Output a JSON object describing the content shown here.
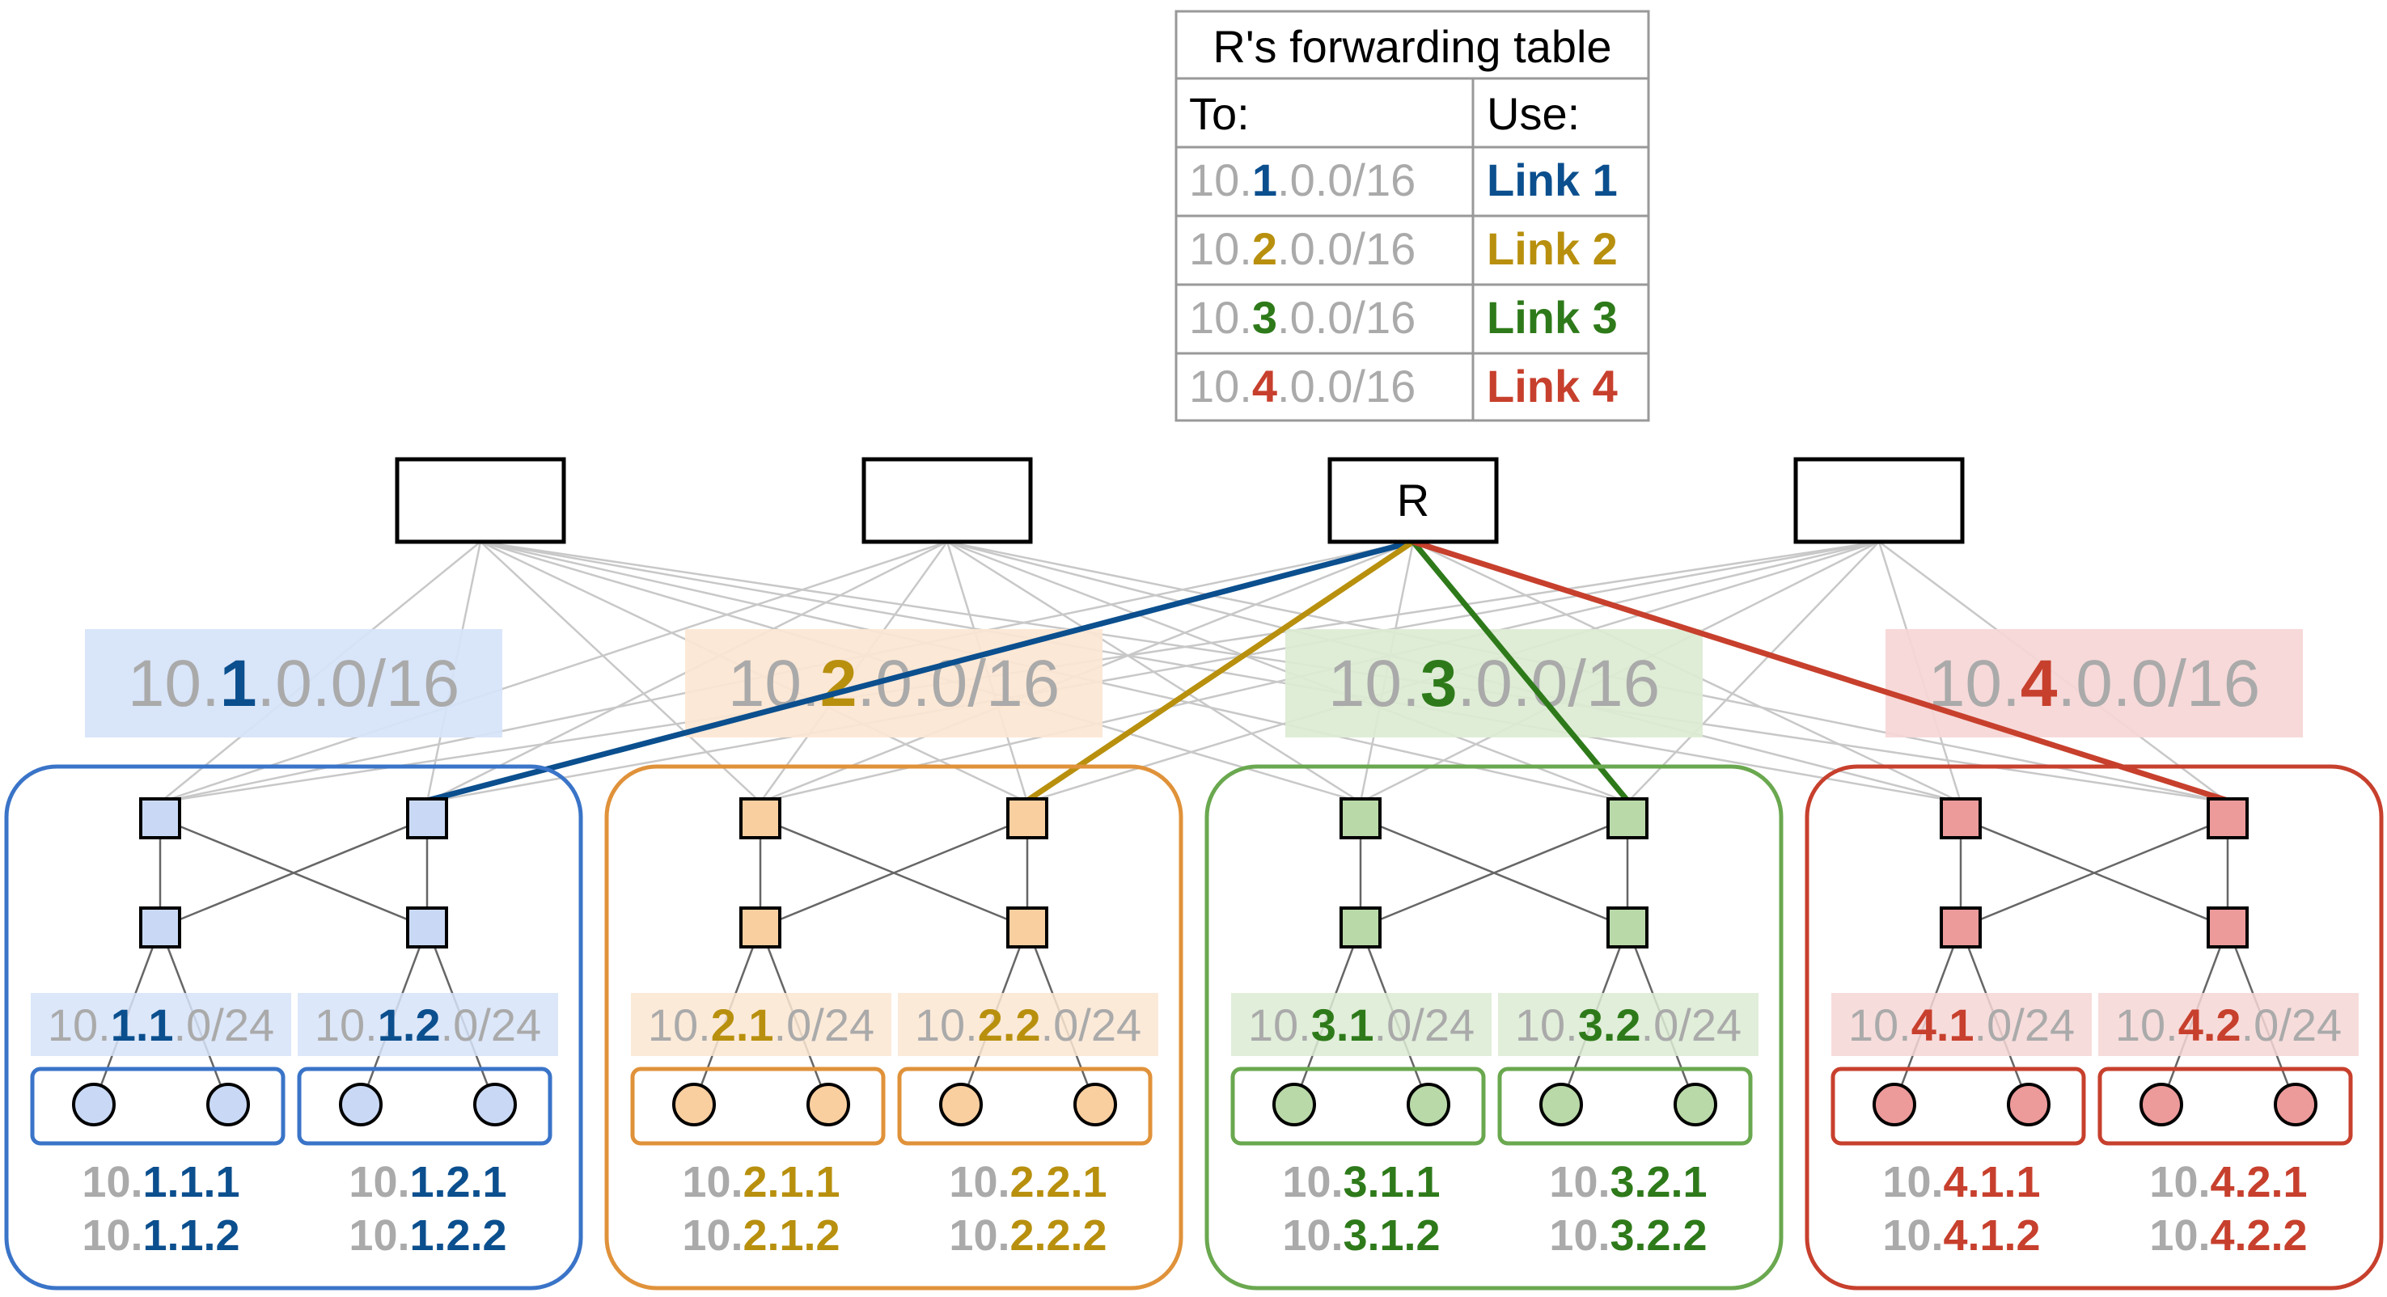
{
  "colors": {
    "muted": "#AAAAAA",
    "mesh": "#C8C8C8",
    "pod_mesh": "#666666",
    "node_border": "#000000",
    "table_border": "#999999"
  },
  "forwarding_table": {
    "title": "R's forwarding table",
    "col_to": "To:",
    "col_use": "Use:",
    "rows": [
      {
        "pre": "10.",
        "hl": "1",
        "post": ".0.0/16",
        "link": "Link 1",
        "color": "#0B4F8E"
      },
      {
        "pre": "10.",
        "hl": "2",
        "post": ".0.0/16",
        "link": "Link 2",
        "color": "#B8900E"
      },
      {
        "pre": "10.",
        "hl": "3",
        "post": ".0.0/16",
        "link": "Link 3",
        "color": "#2E7A1A"
      },
      {
        "pre": "10.",
        "hl": "4",
        "post": ".0.0/16",
        "link": "Link 4",
        "color": "#C7402D"
      }
    ]
  },
  "core_switches": [
    {
      "label": ""
    },
    {
      "label": ""
    },
    {
      "label": "R"
    },
    {
      "label": ""
    }
  ],
  "pods": [
    {
      "color": "#0B4F8E",
      "border": "#3A74C8",
      "fill": "#C9D9F5",
      "band": "#D6E3F8",
      "prefix16": {
        "pre": "10.",
        "hl": "1",
        "post": ".0.0/16"
      },
      "subnets": [
        {
          "pre": "10.",
          "hl": "1.1",
          "post": ".0/24",
          "hosts": [
            {
              "pre": "10.",
              "hl": "1.1.1"
            },
            {
              "pre": "10.",
              "hl": "1.1.2"
            }
          ]
        },
        {
          "pre": "10.",
          "hl": "1.2",
          "post": ".0/24",
          "hosts": [
            {
              "pre": "10.",
              "hl": "1.2.1"
            },
            {
              "pre": "10.",
              "hl": "1.2.2"
            }
          ]
        }
      ]
    },
    {
      "color": "#B8900E",
      "border": "#E0923A",
      "fill": "#F9CFA0",
      "band": "#FCE6D2",
      "prefix16": {
        "pre": "10.",
        "hl": "2",
        "post": ".0.0/16"
      },
      "subnets": [
        {
          "pre": "10.",
          "hl": "2.1",
          "post": ".0/24",
          "hosts": [
            {
              "pre": "10.",
              "hl": "2.1.1"
            },
            {
              "pre": "10.",
              "hl": "2.1.2"
            }
          ]
        },
        {
          "pre": "10.",
          "hl": "2.2",
          "post": ".0/24",
          "hosts": [
            {
              "pre": "10.",
              "hl": "2.2.1"
            },
            {
              "pre": "10.",
              "hl": "2.2.2"
            }
          ]
        }
      ]
    },
    {
      "color": "#2E7A1A",
      "border": "#6AA84F",
      "fill": "#B9D9A8",
      "band": "#DCEBD3",
      "prefix16": {
        "pre": "10.",
        "hl": "3",
        "post": ".0.0/16"
      },
      "subnets": [
        {
          "pre": "10.",
          "hl": "3.1",
          "post": ".0/24",
          "hosts": [
            {
              "pre": "10.",
              "hl": "3.1.1"
            },
            {
              "pre": "10.",
              "hl": "3.1.2"
            }
          ]
        },
        {
          "pre": "10.",
          "hl": "3.2",
          "post": ".0/24",
          "hosts": [
            {
              "pre": "10.",
              "hl": "3.2.1"
            },
            {
              "pre": "10.",
              "hl": "3.2.2"
            }
          ]
        }
      ]
    },
    {
      "color": "#C7402D",
      "border": "#C7402D",
      "fill": "#EC9A9A",
      "band": "#F6D6D6",
      "prefix16": {
        "pre": "10.",
        "hl": "4",
        "post": ".0.0/16"
      },
      "subnets": [
        {
          "pre": "10.",
          "hl": "4.1",
          "post": ".0/24",
          "hosts": [
            {
              "pre": "10.",
              "hl": "4.1.1"
            },
            {
              "pre": "10.",
              "hl": "4.1.2"
            }
          ]
        },
        {
          "pre": "10.",
          "hl": "4.2",
          "post": ".0/24",
          "hosts": [
            {
              "pre": "10.",
              "hl": "4.2.1"
            },
            {
              "pre": "10.",
              "hl": "4.2.2"
            }
          ]
        }
      ]
    }
  ]
}
